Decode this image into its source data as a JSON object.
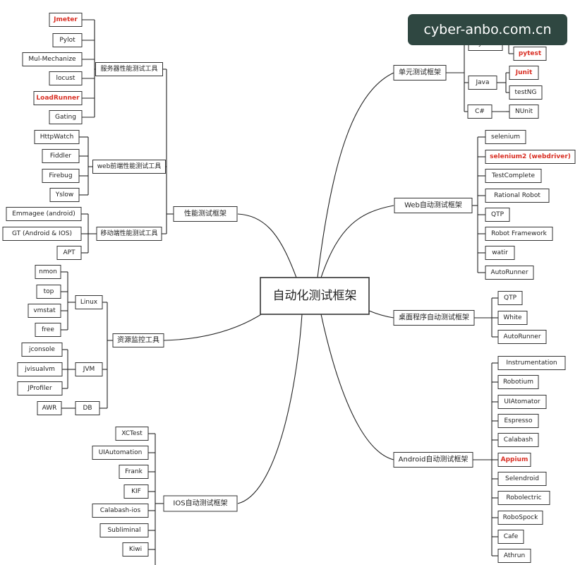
{
  "watermark": "cyber-anbo.com.cn",
  "mindmap": {
    "root": "自动化测试框架",
    "perf": {
      "label": "性能测试框架",
      "server": {
        "label": "服务器性能测试工具",
        "items": [
          {
            "label": "Jmeter",
            "hl": true
          },
          {
            "label": "Pylot"
          },
          {
            "label": "Mul-Mechanize"
          },
          {
            "label": "locust"
          },
          {
            "label": "LoadRunner",
            "hl": true
          },
          {
            "label": "Gating"
          }
        ]
      },
      "web": {
        "label": "web前端性能测试工具",
        "items": [
          {
            "label": "HttpWatch"
          },
          {
            "label": "Fiddler"
          },
          {
            "label": "Firebug"
          },
          {
            "label": "Yslow"
          }
        ]
      },
      "mobile": {
        "label": "移动端性能测试工具",
        "items": [
          {
            "label": "Emmagee (android)"
          },
          {
            "label": "GT (Android & IOS)"
          },
          {
            "label": "APT"
          }
        ]
      }
    },
    "resource": {
      "label": "资源监控工具",
      "linux": {
        "label": "Linux",
        "items": [
          {
            "label": "nmon"
          },
          {
            "label": "top"
          },
          {
            "label": "vmstat"
          },
          {
            "label": "free"
          }
        ]
      },
      "jvm": {
        "label": "JVM",
        "items": [
          {
            "label": "jconsole"
          },
          {
            "label": "jvisualvm"
          },
          {
            "label": "JProfiler"
          }
        ]
      },
      "db": {
        "label": "DB",
        "items": [
          {
            "label": "AWR"
          }
        ]
      }
    },
    "ios": {
      "label": "IOS自动测试框架",
      "items": [
        {
          "label": "XCTest"
        },
        {
          "label": "UIAutomation"
        },
        {
          "label": "Frank"
        },
        {
          "label": "KIF"
        },
        {
          "label": "Calabash-ios"
        },
        {
          "label": "Subliminal"
        },
        {
          "label": "Kiwi"
        }
      ]
    },
    "unit": {
      "label": "单元测试框架",
      "python": {
        "label": "Python",
        "items": [
          {
            "label": "pytest",
            "hl": true
          }
        ]
      },
      "java": {
        "label": "Java",
        "items": [
          {
            "label": "Junit",
            "hl": true
          },
          {
            "label": "testNG"
          }
        ]
      },
      "csharp": {
        "label": "C#",
        "items": [
          {
            "label": "NUnit"
          }
        ]
      }
    },
    "webauto": {
      "label": "Web自动测试框架",
      "items": [
        {
          "label": "selenium"
        },
        {
          "label": "selenium2 (webdriver)",
          "hl": true
        },
        {
          "label": "TestComplete"
        },
        {
          "label": "Rational Robot"
        },
        {
          "label": "QTP"
        },
        {
          "label": "Robot Framework"
        },
        {
          "label": "watir"
        },
        {
          "label": "AutoRunner"
        }
      ]
    },
    "desktop": {
      "label": "桌面程序自动测试框架",
      "items": [
        {
          "label": "QTP"
        },
        {
          "label": "White"
        },
        {
          "label": "AutoRunner"
        }
      ]
    },
    "android": {
      "label": "Android自动测试框架",
      "items": [
        {
          "label": "Instrumentation"
        },
        {
          "label": "Robotium"
        },
        {
          "label": "UIAtomator"
        },
        {
          "label": "Espresso"
        },
        {
          "label": "Calabash"
        },
        {
          "label": "Appium",
          "hl": true
        },
        {
          "label": "Selendroid"
        },
        {
          "label": "Robolectric"
        },
        {
          "label": "RoboSpock"
        },
        {
          "label": "Cafe"
        },
        {
          "label": "Athrun"
        }
      ]
    }
  }
}
